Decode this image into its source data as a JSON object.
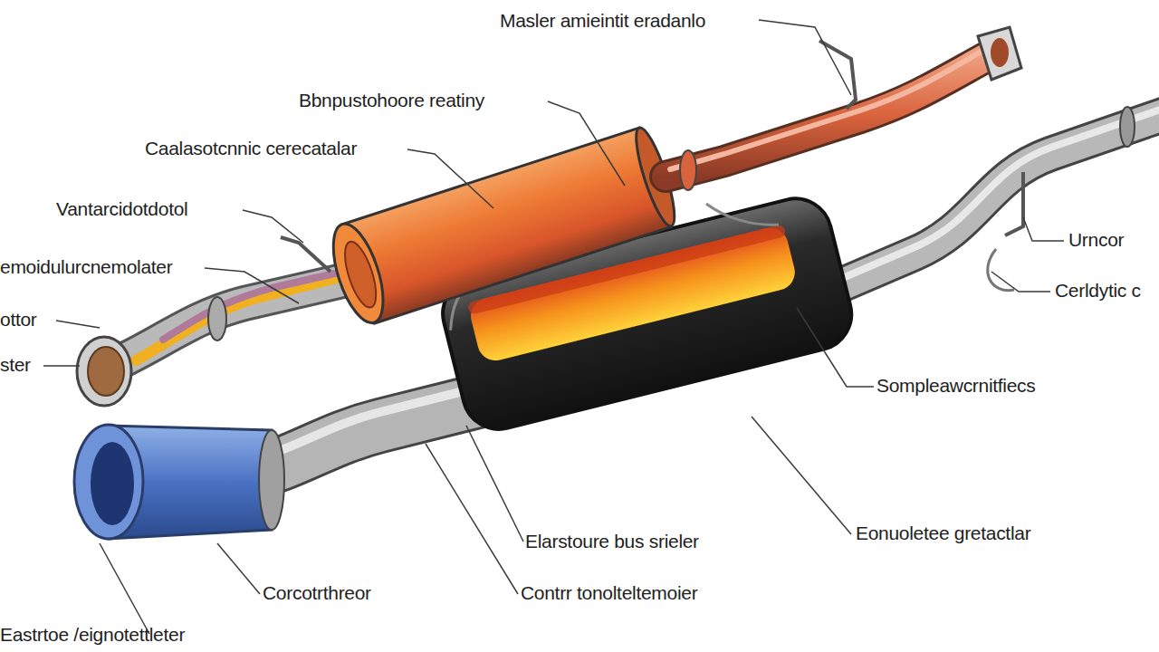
{
  "diagram": {
    "labels": [
      "Masler amieintit eradanlo",
      "Bbnpustohoore reatiny",
      "Caalasotcnnic cerecatalar",
      "Vantarcidotdotol",
      "emoidulurcnemolater",
      "ottor",
      "ster",
      "Urncor",
      "Cerldytic c",
      "Sompleawcrnitfiecs",
      "Eonuoletee gretactlar",
      "Elarstoure bus srieler",
      "Corcotrthreor",
      "Contrr tonolteltemoier",
      "Eastrtoe /eignotettleter"
    ]
  }
}
